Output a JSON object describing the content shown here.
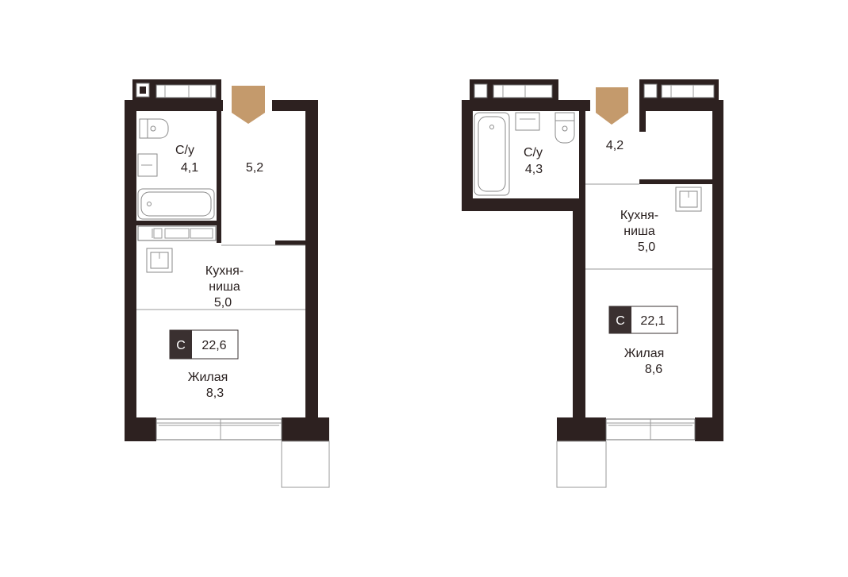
{
  "colors": {
    "wall": "#2d2120",
    "entrance": "#c49a6c",
    "badge_dark": "#3a3030"
  },
  "plans": [
    {
      "rooms": {
        "bath_name": "С/у",
        "bath_area": "4,1",
        "hall_area": "5,2",
        "kitchen_name_1": "Кухня-",
        "kitchen_name_2": "ниша",
        "kitchen_area": "5,0",
        "living_name": "Жилая",
        "living_area": "8,3"
      },
      "badge": {
        "letter": "С",
        "value": "22,6"
      }
    },
    {
      "rooms": {
        "bath_name": "С/у",
        "bath_area": "4,3",
        "hall_area": "4,2",
        "kitchen_name_1": "Кухня-",
        "kitchen_name_2": "ниша",
        "kitchen_area": "5,0",
        "living_name": "Жилая",
        "living_area": "8,6"
      },
      "badge": {
        "letter": "С",
        "value": "22,1"
      }
    }
  ]
}
